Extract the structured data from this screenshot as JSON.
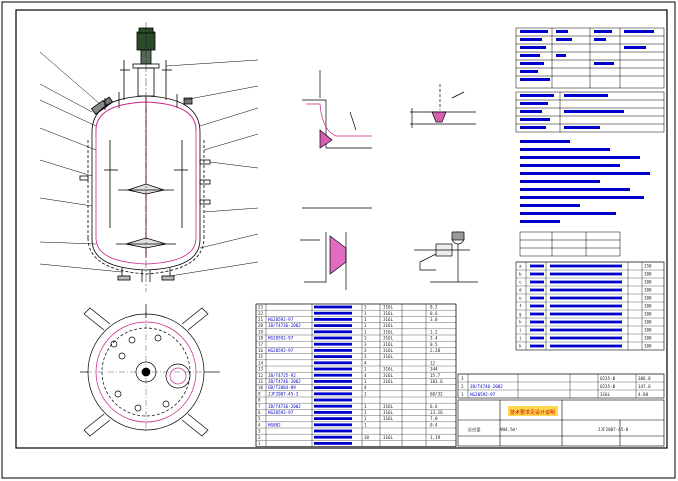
{
  "title_block": {
    "drawing_number": "JJF2007-45-0",
    "designation": "VW4.5m³",
    "company_note": "技术要求见设计说明",
    "stamp": "反应釜"
  },
  "bom": {
    "rows": [
      {
        "no": "23",
        "code": "",
        "name": "",
        "qty": "1",
        "mat": "316L",
        "w": "0.2"
      },
      {
        "no": "22",
        "code": "",
        "name": "",
        "qty": "1",
        "mat": "316L",
        "w": "0.6"
      },
      {
        "no": "21",
        "code": "HG20592-97",
        "name": "",
        "qty": "1",
        "mat": "316L",
        "w": "3.0"
      },
      {
        "no": "20",
        "code": "JB/T4736-2002",
        "name": "",
        "qty": "1",
        "mat": "316L",
        "w": ""
      },
      {
        "no": "19",
        "code": "",
        "name": "",
        "qty": "1",
        "mat": "316L",
        "w": "1.2"
      },
      {
        "no": "18",
        "code": "HG20592-97",
        "name": "",
        "qty": "1",
        "mat": "316L",
        "w": "3.4"
      },
      {
        "no": "17",
        "code": "",
        "name": "",
        "qty": "3",
        "mat": "316L",
        "w": "0.5"
      },
      {
        "no": "16",
        "code": "HG20592-97",
        "name": "",
        "qty": "3",
        "mat": "316L",
        "w": "2.20"
      },
      {
        "no": "15",
        "code": "",
        "name": "",
        "qty": "3",
        "mat": "316L",
        "w": ""
      },
      {
        "no": "14",
        "code": "",
        "name": "",
        "qty": "4",
        "mat": "",
        "w": "12"
      },
      {
        "no": "13",
        "code": "",
        "name": "",
        "qty": "1",
        "mat": "316L",
        "w": "344"
      },
      {
        "no": "12",
        "code": "JB/T4725-92",
        "name": "",
        "qty": "4",
        "mat": "316L",
        "w": "15.7"
      },
      {
        "no": "11",
        "code": "JB/T4746-2002",
        "name": "",
        "qty": "1",
        "mat": "316L",
        "w": "183.6"
      },
      {
        "no": "10",
        "code": "GB/T2004-89",
        "name": "",
        "qty": "4",
        "mat": "",
        "w": ""
      },
      {
        "no": "9",
        "code": "JJF2007-45-3",
        "name": "",
        "qty": "1",
        "mat": "",
        "w": "60/32"
      },
      {
        "no": "8",
        "code": "",
        "name": "",
        "qty": "",
        "mat": "",
        "w": ""
      },
      {
        "no": "7",
        "code": "JB/T4736-2002",
        "name": "",
        "qty": "1",
        "mat": "316L",
        "w": "6.6"
      },
      {
        "no": "6",
        "code": "HG20592-97",
        "name": "",
        "qty": "1",
        "mat": "316L",
        "w": "13.16"
      },
      {
        "no": "5",
        "code": "",
        "name": "",
        "qty": "1",
        "mat": "316L",
        "w": "7.0"
      },
      {
        "no": "4",
        "code": "HG002",
        "name": "",
        "qty": "1",
        "mat": "",
        "w": "0.4"
      },
      {
        "no": "3",
        "code": "",
        "name": "",
        "qty": "",
        "mat": "",
        "w": ""
      },
      {
        "no": "2",
        "code": "",
        "name": "",
        "qty": "10",
        "mat": "316L",
        "w": "1.19"
      },
      {
        "no": "1",
        "code": "",
        "name": "",
        "qty": "",
        "mat": "",
        "w": ""
      }
    ],
    "lower_rows": [
      {
        "no": "3",
        "code": "",
        "mat": "Q235-B",
        "w": "386.8"
      },
      {
        "no": "2",
        "code": "JB/T4746-2002",
        "mat": "Q235-B",
        "w": "147.6"
      },
      {
        "no": "1",
        "code": "HG20592-97",
        "mat": "316L",
        "w": "4.88"
      }
    ]
  },
  "nozzles": {
    "rows": [
      {
        "id": "a",
        "spec": "",
        "size": "150"
      },
      {
        "id": "b",
        "spec": "",
        "size": "100"
      },
      {
        "id": "c",
        "spec": "",
        "size": "100"
      },
      {
        "id": "d",
        "spec": "",
        "size": "100"
      },
      {
        "id": "e",
        "spec": "",
        "size": "100"
      },
      {
        "id": "f",
        "spec": "",
        "size": "100"
      },
      {
        "id": "g",
        "spec": "",
        "size": "100"
      },
      {
        "id": "h",
        "spec": "",
        "size": "100"
      },
      {
        "id": "i",
        "spec": "",
        "size": "100"
      },
      {
        "id": "j",
        "spec": "",
        "size": "100"
      },
      {
        "id": "k",
        "spec": "",
        "size": "100"
      }
    ]
  }
}
